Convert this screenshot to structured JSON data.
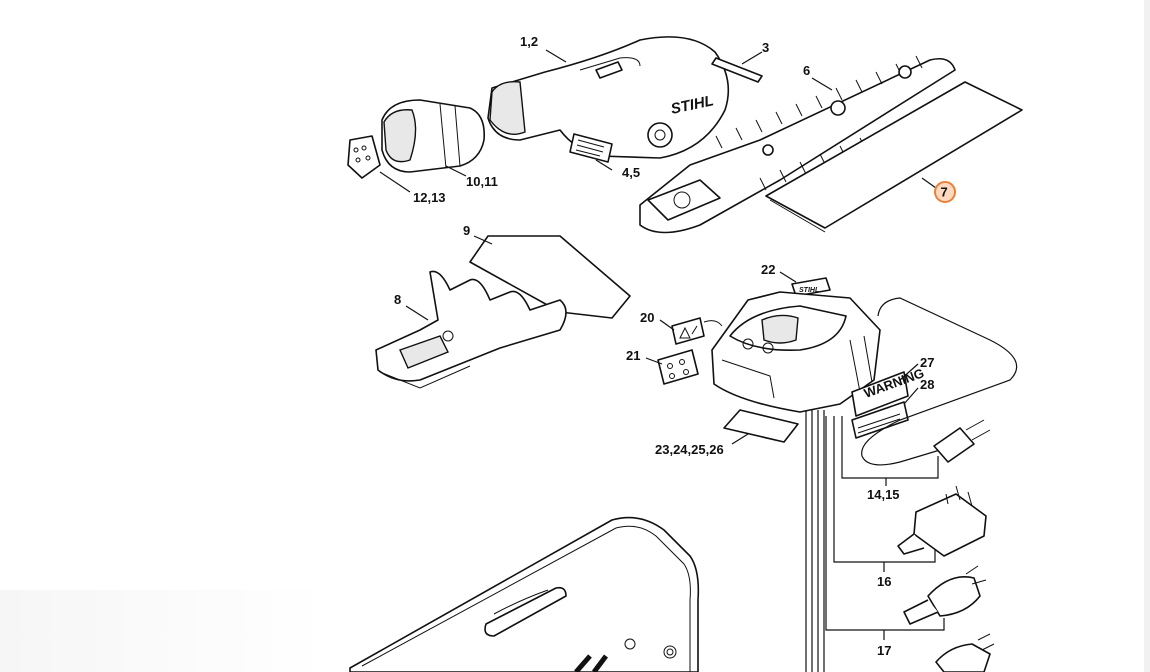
{
  "brand": "STIHL",
  "highlight": {
    "label": "7",
    "color": "#e8823a"
  },
  "callouts": {
    "c12": "1,2",
    "c3": "3",
    "c45": "4,5",
    "c6": "6",
    "c1011": "10,11",
    "c1213": "12,13",
    "c9": "9",
    "c8": "8",
    "c22": "22",
    "c20": "20",
    "c21": "21",
    "c27": "27",
    "c28": "28",
    "c23": "23,24,25,26",
    "c1415": "14,15",
    "c16": "16",
    "c17": "17"
  },
  "label_text": {
    "warning": "WARNING"
  }
}
